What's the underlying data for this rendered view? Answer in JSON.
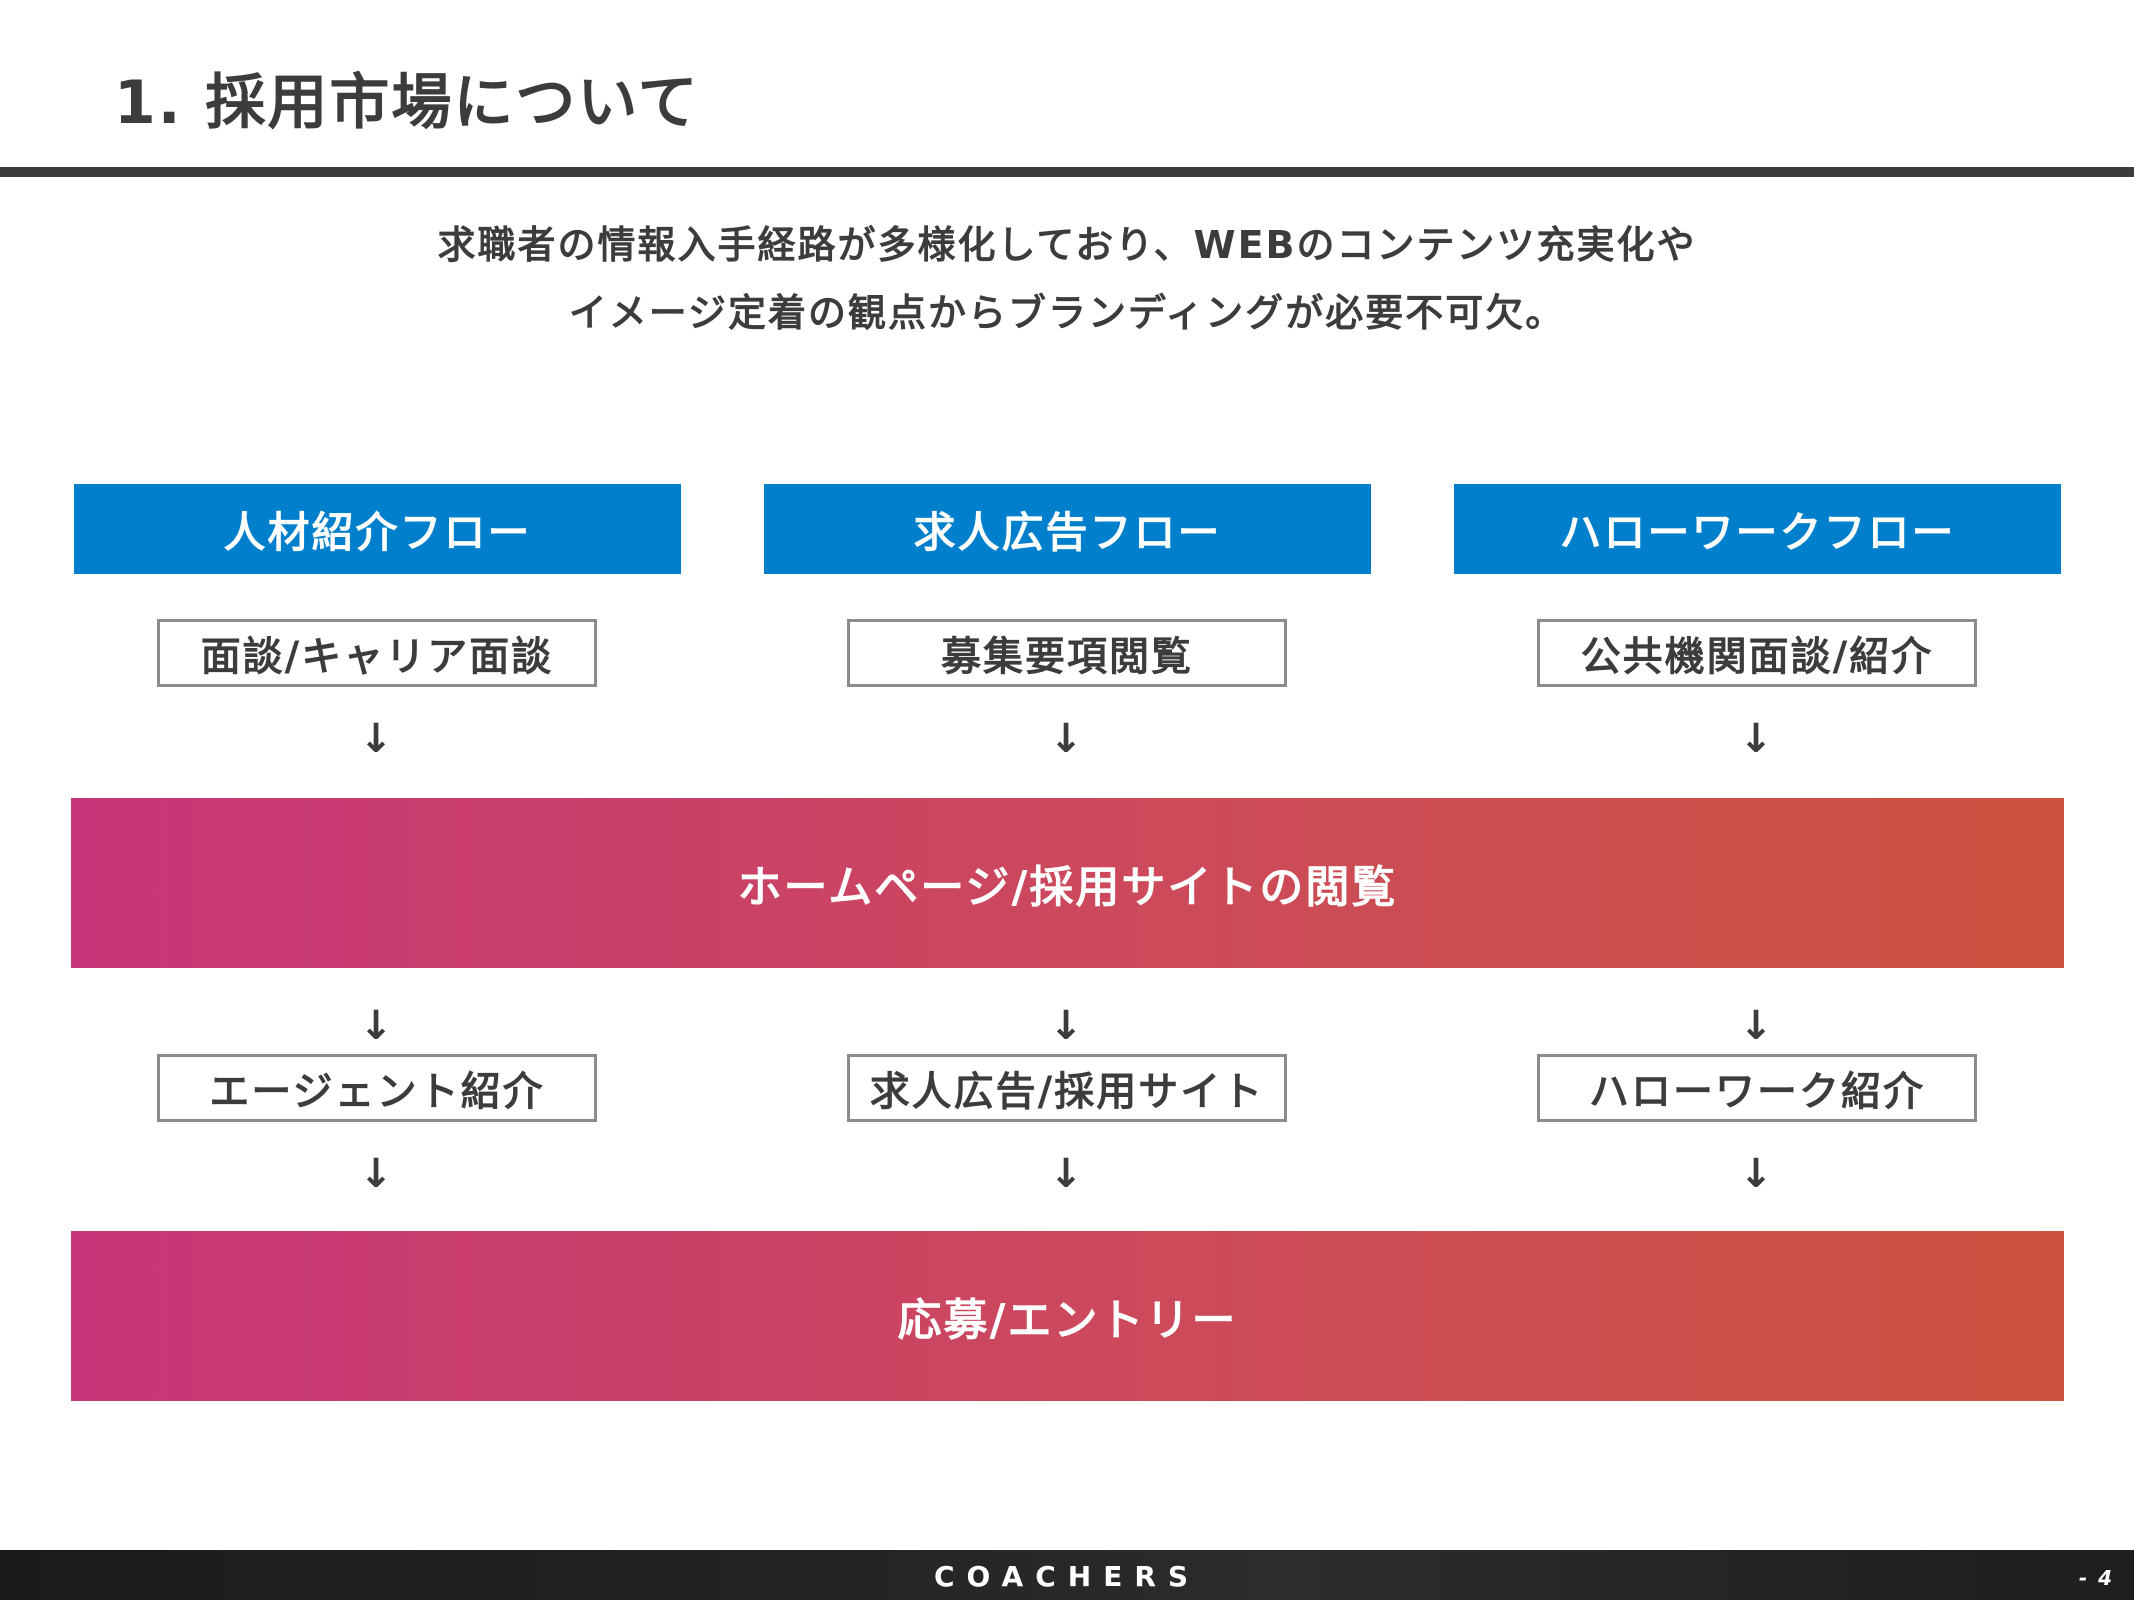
{
  "header": {
    "title": "1. 採用市場について"
  },
  "lead": {
    "line1": "求職者の情報入手経路が多様化しており、WEBのコンテンツ充実化や",
    "line2": "イメージ定着の観点からブランディングが必要不可欠。"
  },
  "flows": [
    {
      "header": "人材紹介フロー",
      "step1": "面談/キャリア面談",
      "step2": "エージェント紹介"
    },
    {
      "header": "求人広告フロー",
      "step1": "募集要項閲覧",
      "step2": "求人広告/採用サイト"
    },
    {
      "header": "ハローワークフロー",
      "step1": "公共機関面談/紹介",
      "step2": "ハローワーク紹介"
    }
  ],
  "arrow_glyph": "↓",
  "bands": {
    "homepage": "ホームページ/採用サイトの閲覧",
    "entry": "応募/エントリー"
  },
  "footer": {
    "brand": "COACHERS",
    "page": "- 4"
  },
  "colors": {
    "flow_header": "#0080cc",
    "band_gradient_start": "#c73578",
    "band_gradient_end": "#cc5340",
    "text": "#3c3c3c"
  }
}
